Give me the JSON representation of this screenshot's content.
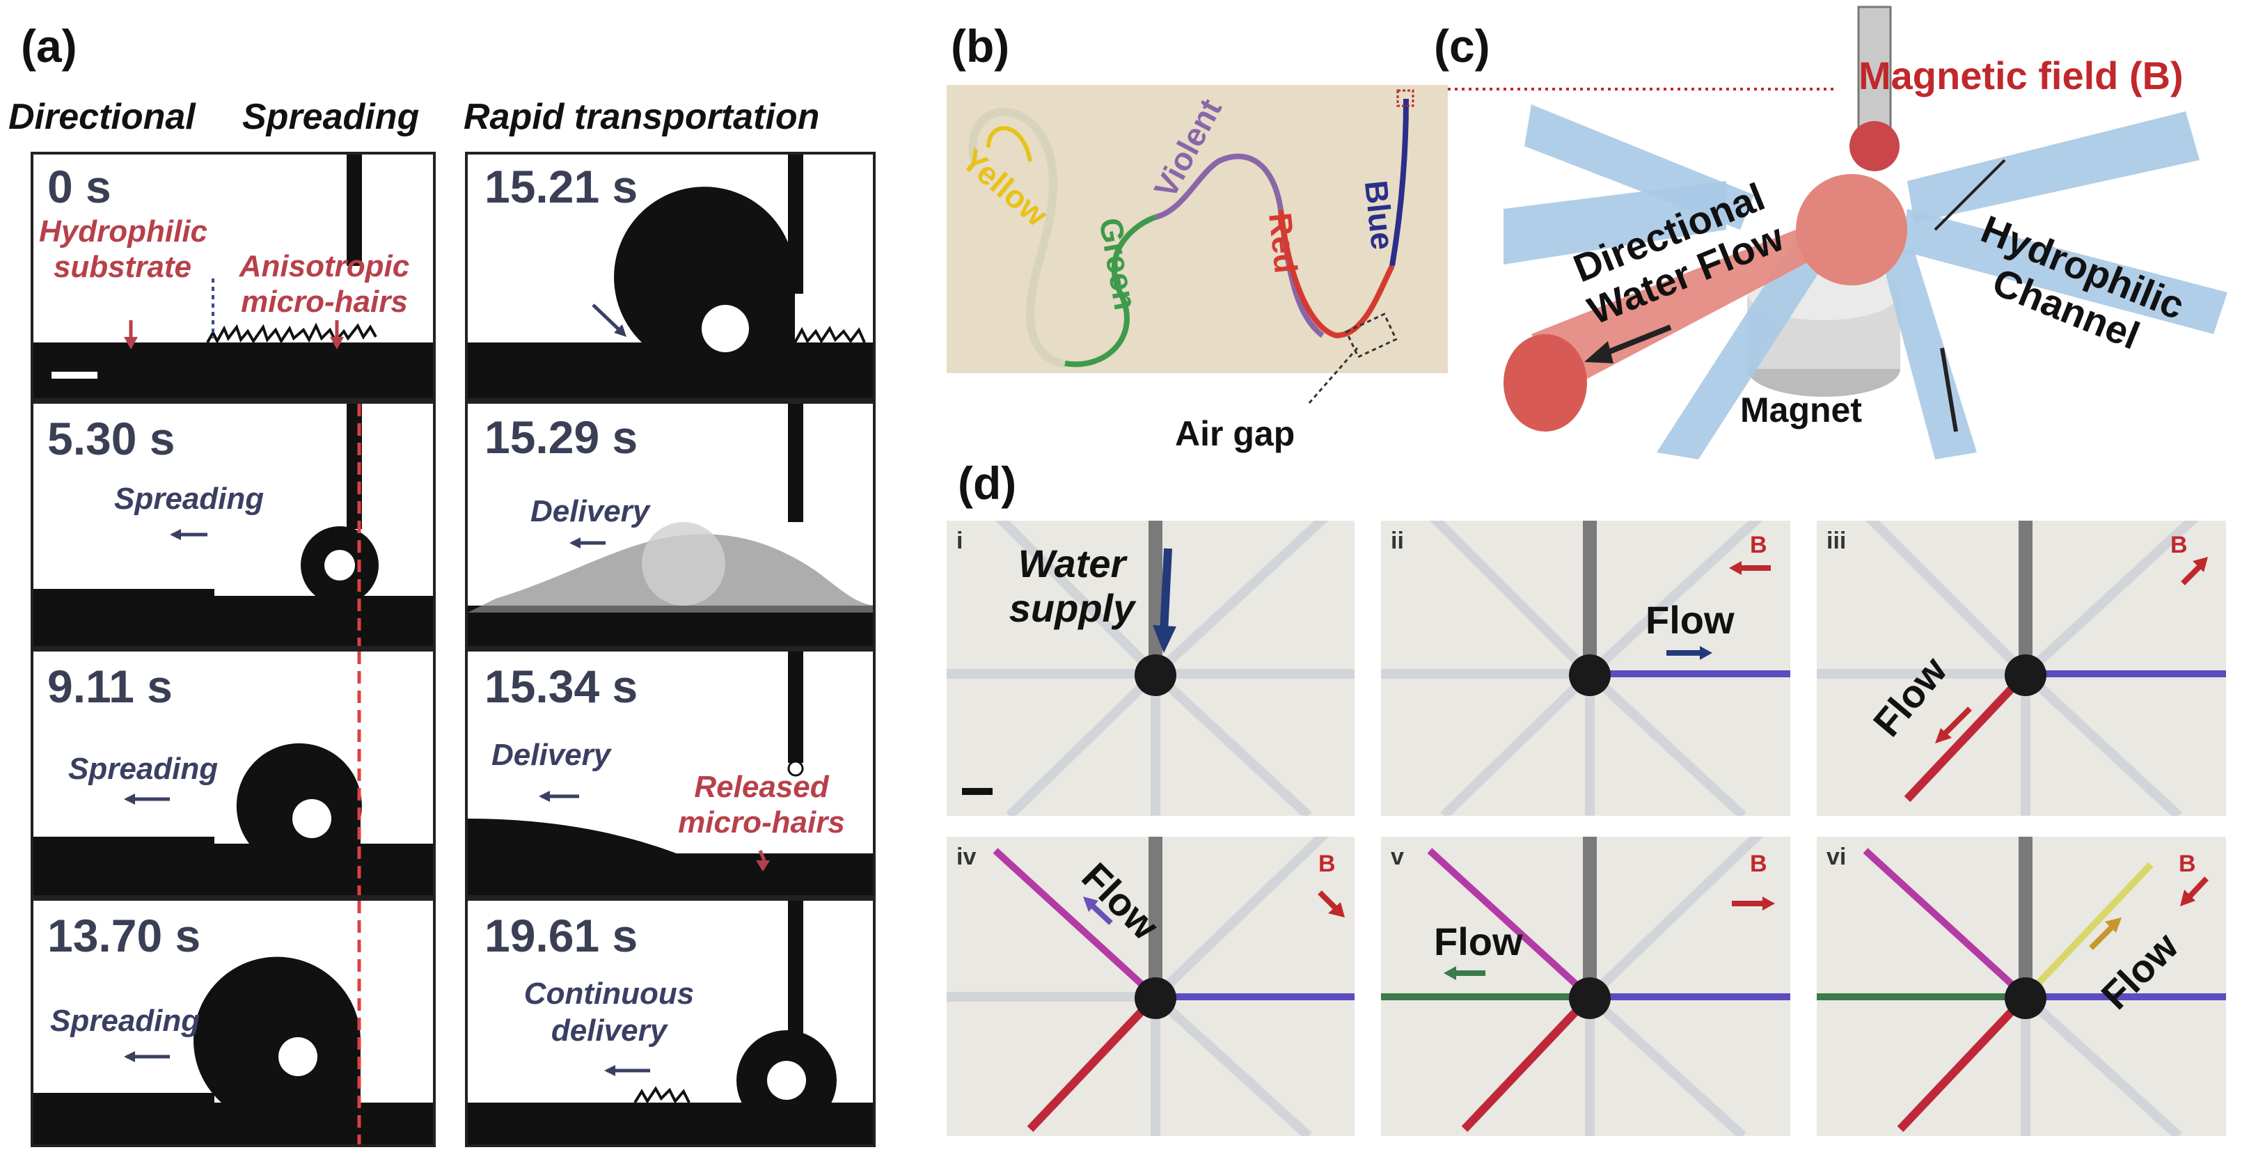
{
  "panels": {
    "a": {
      "label": "(a)",
      "headings": {
        "left": "Directional",
        "middle": "Spreading",
        "right": "Rapid transportation"
      },
      "left_frames": [
        {
          "time": "0 s",
          "annotations": [
            "Hydrophilic substrate",
            "Anisotropic micro-hairs"
          ]
        },
        {
          "time": "5.30 s",
          "caption": "Spreading"
        },
        {
          "time": "9.11 s",
          "caption": "Spreading"
        },
        {
          "time": "13.70 s",
          "caption": "Spreading"
        }
      ],
      "right_frames": [
        {
          "time": "15.21 s"
        },
        {
          "time": "15.29 s",
          "caption": "Delivery"
        },
        {
          "time": "15.34 s",
          "caption": "Delivery",
          "annotation": "Released micro-hairs"
        },
        {
          "time": "19.61 s",
          "caption": "Continuous delivery"
        }
      ]
    },
    "b": {
      "label": "(b)",
      "tubes": [
        {
          "name": "Yellow",
          "color": "#e8c21a"
        },
        {
          "name": "Green",
          "color": "#3f9a4c"
        },
        {
          "name": "Violent",
          "color": "#8a66a8"
        },
        {
          "name": "Red",
          "color": "#d43a30"
        },
        {
          "name": "Blue",
          "color": "#2a2f8a"
        }
      ],
      "air_gap_label": "Air gap"
    },
    "c": {
      "label": "(c)",
      "magnetic_field_label": "Magnetic field (B)",
      "flow_label": "Directional Water Flow",
      "channel_label": "Hydrophilic Channel",
      "magnet_label": "Magnet"
    },
    "d": {
      "label": "(d)",
      "field_symbol": "B",
      "subpanels": [
        {
          "index": "i",
          "text": "Water supply"
        },
        {
          "index": "ii",
          "text": "Flow"
        },
        {
          "index": "iii",
          "text": "Flow"
        },
        {
          "index": "iv",
          "text": "Flow"
        },
        {
          "index": "v",
          "text": "Flow"
        },
        {
          "index": "vi",
          "text": "Flow"
        }
      ]
    }
  },
  "colors": {
    "annotation_red": "#b8404a",
    "caption_navy": "#3a3f62",
    "channel_blue": "#a9c9e6",
    "field_red": "#c0282c"
  }
}
